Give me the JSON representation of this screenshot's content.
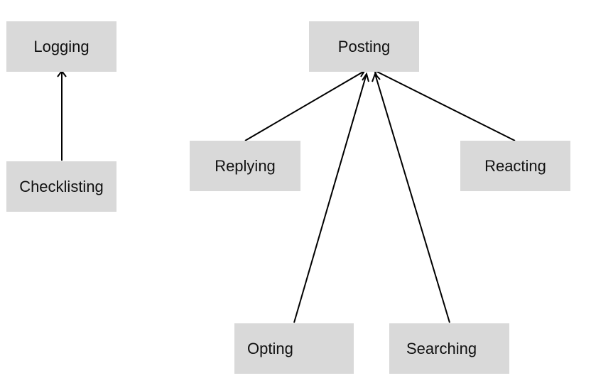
{
  "nodes": {
    "logging": "Logging",
    "checklisting": "Checklisting",
    "posting": "Posting",
    "replying": "Replying",
    "reacting": "Reacting",
    "opting": "Opting",
    "searching": "Searching"
  },
  "edges": [
    {
      "from": "checklisting",
      "to": "logging"
    },
    {
      "from": "replying",
      "to": "posting"
    },
    {
      "from": "opting",
      "to": "posting"
    },
    {
      "from": "searching",
      "to": "posting"
    },
    {
      "from": "reacting",
      "to": "posting"
    }
  ],
  "colors": {
    "node_fill": "#d9d9d9",
    "edge": "#000000",
    "background": "#ffffff"
  }
}
